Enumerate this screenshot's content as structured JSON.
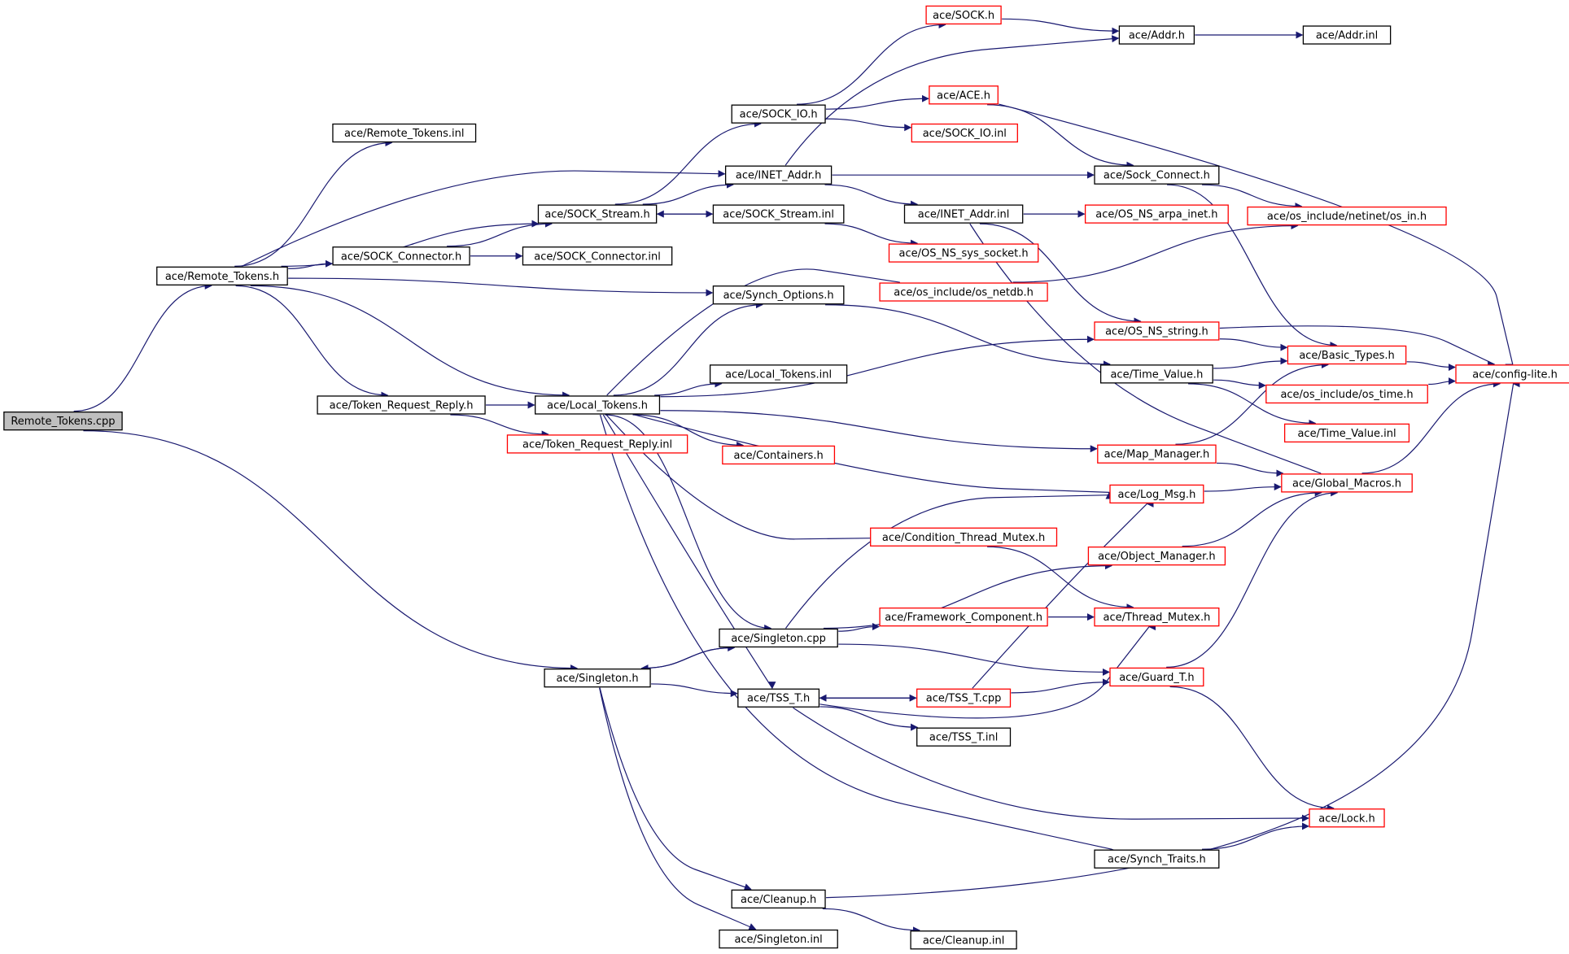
{
  "colors": {
    "edge": "#191970",
    "border_normal": "#000000",
    "border_unexpanded": "#ff0000",
    "fill_root": "#bfbfbf",
    "fill": "#ffffff"
  },
  "nodes": [
    {
      "id": "n_root",
      "label": "Remote_Tokens.cpp",
      "kind": "root"
    },
    {
      "id": "n_remote_h",
      "label": "ace/Remote_Tokens.h",
      "kind": "normal"
    },
    {
      "id": "n_remote_inl",
      "label": "ace/Remote_Tokens.inl",
      "kind": "normal"
    },
    {
      "id": "n_sock_connector_h",
      "label": "ace/SOCK_Connector.h",
      "kind": "normal"
    },
    {
      "id": "n_sock_connector_inl",
      "label": "ace/SOCK_Connector.inl",
      "kind": "normal"
    },
    {
      "id": "n_sock_stream_h",
      "label": "ace/SOCK_Stream.h",
      "kind": "normal"
    },
    {
      "id": "n_sock_stream_inl",
      "label": "ace/SOCK_Stream.inl",
      "kind": "normal"
    },
    {
      "id": "n_sock_io_h",
      "label": "ace/SOCK_IO.h",
      "kind": "normal"
    },
    {
      "id": "n_inet_addr_h",
      "label": "ace/INET_Addr.h",
      "kind": "normal"
    },
    {
      "id": "n_inet_addr_inl",
      "label": "ace/INET_Addr.inl",
      "kind": "normal"
    },
    {
      "id": "n_sock_h",
      "label": "ace/SOCK.h",
      "kind": "unexpanded"
    },
    {
      "id": "n_ace_h",
      "label": "ace/ACE.h",
      "kind": "unexpanded"
    },
    {
      "id": "n_sock_io_inl",
      "label": "ace/SOCK_IO.inl",
      "kind": "unexpanded"
    },
    {
      "id": "n_addr_h",
      "label": "ace/Addr.h",
      "kind": "normal"
    },
    {
      "id": "n_addr_inl",
      "label": "ace/Addr.inl",
      "kind": "normal"
    },
    {
      "id": "n_sock_connect_h",
      "label": "ace/Sock_Connect.h",
      "kind": "normal"
    },
    {
      "id": "n_os_ns_arpa_inet",
      "label": "ace/OS_NS_arpa_inet.h",
      "kind": "unexpanded"
    },
    {
      "id": "n_os_in_h",
      "label": "ace/os_include/netinet/os_in.h",
      "kind": "unexpanded"
    },
    {
      "id": "n_os_ns_sys_socket",
      "label": "ace/OS_NS_sys_socket.h",
      "kind": "unexpanded"
    },
    {
      "id": "n_os_netdb",
      "label": "ace/os_include/os_netdb.h",
      "kind": "unexpanded"
    },
    {
      "id": "n_synch_options_h",
      "label": "ace/Synch_Options.h",
      "kind": "normal"
    },
    {
      "id": "n_os_ns_string",
      "label": "ace/OS_NS_string.h",
      "kind": "unexpanded"
    },
    {
      "id": "n_basic_types",
      "label": "ace/Basic_Types.h",
      "kind": "unexpanded"
    },
    {
      "id": "n_config_lite",
      "label": "ace/config-lite.h",
      "kind": "unexpanded"
    },
    {
      "id": "n_time_value_h",
      "label": "ace/Time_Value.h",
      "kind": "normal"
    },
    {
      "id": "n_os_time",
      "label": "ace/os_include/os_time.h",
      "kind": "unexpanded"
    },
    {
      "id": "n_time_value_inl",
      "label": "ace/Time_Value.inl",
      "kind": "unexpanded"
    },
    {
      "id": "n_token_req_h",
      "label": "ace/Token_Request_Reply.h",
      "kind": "normal"
    },
    {
      "id": "n_local_tokens_h",
      "label": "ace/Local_Tokens.h",
      "kind": "normal"
    },
    {
      "id": "n_local_tokens_inl",
      "label": "ace/Local_Tokens.inl",
      "kind": "normal"
    },
    {
      "id": "n_token_req_inl",
      "label": "ace/Token_Request_Reply.inl",
      "kind": "unexpanded"
    },
    {
      "id": "n_containers",
      "label": "ace/Containers.h",
      "kind": "unexpanded"
    },
    {
      "id": "n_map_manager",
      "label": "ace/Map_Manager.h",
      "kind": "unexpanded"
    },
    {
      "id": "n_global_macros",
      "label": "ace/Global_Macros.h",
      "kind": "unexpanded"
    },
    {
      "id": "n_log_msg",
      "label": "ace/Log_Msg.h",
      "kind": "unexpanded"
    },
    {
      "id": "n_cond_thread_mutex",
      "label": "ace/Condition_Thread_Mutex.h",
      "kind": "unexpanded"
    },
    {
      "id": "n_object_manager",
      "label": "ace/Object_Manager.h",
      "kind": "unexpanded"
    },
    {
      "id": "n_framework_comp",
      "label": "ace/Framework_Component.h",
      "kind": "unexpanded"
    },
    {
      "id": "n_thread_mutex",
      "label": "ace/Thread_Mutex.h",
      "kind": "unexpanded"
    },
    {
      "id": "n_singleton_cpp",
      "label": "ace/Singleton.cpp",
      "kind": "normal"
    },
    {
      "id": "n_singleton_h",
      "label": "ace/Singleton.h",
      "kind": "normal"
    },
    {
      "id": "n_guard_t",
      "label": "ace/Guard_T.h",
      "kind": "unexpanded"
    },
    {
      "id": "n_tss_t_h",
      "label": "ace/TSS_T.h",
      "kind": "normal"
    },
    {
      "id": "n_tss_t_cpp",
      "label": "ace/TSS_T.cpp",
      "kind": "unexpanded"
    },
    {
      "id": "n_tss_t_inl",
      "label": "ace/TSS_T.inl",
      "kind": "normal"
    },
    {
      "id": "n_lock_h",
      "label": "ace/Lock.h",
      "kind": "unexpanded"
    },
    {
      "id": "n_synch_traits",
      "label": "ace/Synch_Traits.h",
      "kind": "normal"
    },
    {
      "id": "n_cleanup_h",
      "label": "ace/Cleanup.h",
      "kind": "normal"
    },
    {
      "id": "n_singleton_inl",
      "label": "ace/Singleton.inl",
      "kind": "normal"
    },
    {
      "id": "n_cleanup_inl",
      "label": "ace/Cleanup.inl",
      "kind": "normal"
    }
  ],
  "edges": [
    [
      "n_root",
      "n_remote_h"
    ],
    [
      "n_root",
      "n_singleton_h"
    ],
    [
      "n_remote_h",
      "n_remote_inl"
    ],
    [
      "n_remote_h",
      "n_inet_addr_h"
    ],
    [
      "n_remote_h",
      "n_sock_stream_h"
    ],
    [
      "n_remote_h",
      "n_sock_connector_h"
    ],
    [
      "n_remote_h",
      "n_synch_options_h"
    ],
    [
      "n_remote_h",
      "n_local_tokens_h"
    ],
    [
      "n_remote_h",
      "n_token_req_h"
    ],
    [
      "n_sock_connector_h",
      "n_sock_stream_h"
    ],
    [
      "n_sock_connector_h",
      "n_sock_connector_inl"
    ],
    [
      "n_sock_stream_h",
      "n_sock_io_h"
    ],
    [
      "n_sock_stream_h",
      "n_inet_addr_h"
    ],
    [
      "n_sock_stream_h",
      "n_sock_stream_inl"
    ],
    [
      "n_sock_stream_inl",
      "n_sock_stream_h"
    ],
    [
      "n_sock_stream_inl",
      "n_os_ns_sys_socket"
    ],
    [
      "n_sock_io_h",
      "n_sock_h"
    ],
    [
      "n_sock_io_h",
      "n_ace_h"
    ],
    [
      "n_sock_io_h",
      "n_sock_io_inl"
    ],
    [
      "n_sock_h",
      "n_addr_h"
    ],
    [
      "n_addr_h",
      "n_addr_inl"
    ],
    [
      "n_inet_addr_h",
      "n_addr_h"
    ],
    [
      "n_inet_addr_h",
      "n_sock_connect_h"
    ],
    [
      "n_inet_addr_h",
      "n_inet_addr_inl"
    ],
    [
      "n_ace_h",
      "n_sock_connect_h"
    ],
    [
      "n_ace_h",
      "n_config_lite"
    ],
    [
      "n_inet_addr_inl",
      "n_os_ns_arpa_inet"
    ],
    [
      "n_inet_addr_inl",
      "n_os_ns_string"
    ],
    [
      "n_inet_addr_inl",
      "n_global_macros"
    ],
    [
      "n_sock_connect_h",
      "n_os_in_h"
    ],
    [
      "n_sock_connect_h",
      "n_basic_types"
    ],
    [
      "n_os_netdb",
      "n_os_in_h"
    ],
    [
      "n_synch_options_h",
      "n_time_value_h"
    ],
    [
      "n_os_ns_string",
      "n_basic_types"
    ],
    [
      "n_os_ns_string",
      "n_config_lite"
    ],
    [
      "n_basic_types",
      "n_config_lite"
    ],
    [
      "n_time_value_h",
      "n_basic_types"
    ],
    [
      "n_time_value_h",
      "n_os_time"
    ],
    [
      "n_time_value_h",
      "n_time_value_inl"
    ],
    [
      "n_os_time",
      "n_config_lite"
    ],
    [
      "n_token_req_h",
      "n_local_tokens_h"
    ],
    [
      "n_token_req_h",
      "n_token_req_inl"
    ],
    [
      "n_local_tokens_h",
      "n_synch_options_h"
    ],
    [
      "n_local_tokens_h",
      "n_os_netdb"
    ],
    [
      "n_local_tokens_h",
      "n_os_ns_string"
    ],
    [
      "n_local_tokens_h",
      "n_local_tokens_inl"
    ],
    [
      "n_local_tokens_h",
      "n_containers"
    ],
    [
      "n_local_tokens_h",
      "n_map_manager"
    ],
    [
      "n_local_tokens_h",
      "n_log_msg"
    ],
    [
      "n_local_tokens_h",
      "n_cond_thread_mutex"
    ],
    [
      "n_local_tokens_h",
      "n_singleton_cpp"
    ],
    [
      "n_local_tokens_h",
      "n_tss_t_h"
    ],
    [
      "n_local_tokens_h",
      "n_synch_traits"
    ],
    [
      "n_map_manager",
      "n_global_macros"
    ],
    [
      "n_map_manager",
      "n_basic_types"
    ],
    [
      "n_log_msg",
      "n_global_macros"
    ],
    [
      "n_global_macros",
      "n_config_lite"
    ],
    [
      "n_cond_thread_mutex",
      "n_thread_mutex"
    ],
    [
      "n_object_manager",
      "n_global_macros"
    ],
    [
      "n_framework_comp",
      "n_thread_mutex"
    ],
    [
      "n_singleton_cpp",
      "n_singleton_h"
    ],
    [
      "n_singleton_cpp",
      "n_framework_comp"
    ],
    [
      "n_singleton_cpp",
      "n_object_manager"
    ],
    [
      "n_singleton_cpp",
      "n_log_msg"
    ],
    [
      "n_singleton_cpp",
      "n_guard_t"
    ],
    [
      "n_singleton_h",
      "n_singleton_cpp"
    ],
    [
      "n_singleton_h",
      "n_tss_t_h"
    ],
    [
      "n_singleton_h",
      "n_cleanup_h"
    ],
    [
      "n_singleton_h",
      "n_singleton_inl"
    ],
    [
      "n_guard_t",
      "n_global_macros"
    ],
    [
      "n_guard_t",
      "n_lock_h"
    ],
    [
      "n_tss_t_h",
      "n_tss_t_cpp"
    ],
    [
      "n_tss_t_h",
      "n_tss_t_inl"
    ],
    [
      "n_tss_t_h",
      "n_thread_mutex"
    ],
    [
      "n_tss_t_h",
      "n_lock_h"
    ],
    [
      "n_tss_t_cpp",
      "n_tss_t_h"
    ],
    [
      "n_tss_t_cpp",
      "n_guard_t"
    ],
    [
      "n_tss_t_cpp",
      "n_log_msg"
    ],
    [
      "n_synch_traits",
      "n_lock_h"
    ],
    [
      "n_cleanup_h",
      "n_cleanup_inl"
    ],
    [
      "n_cleanup_h",
      "n_config_lite"
    ]
  ]
}
